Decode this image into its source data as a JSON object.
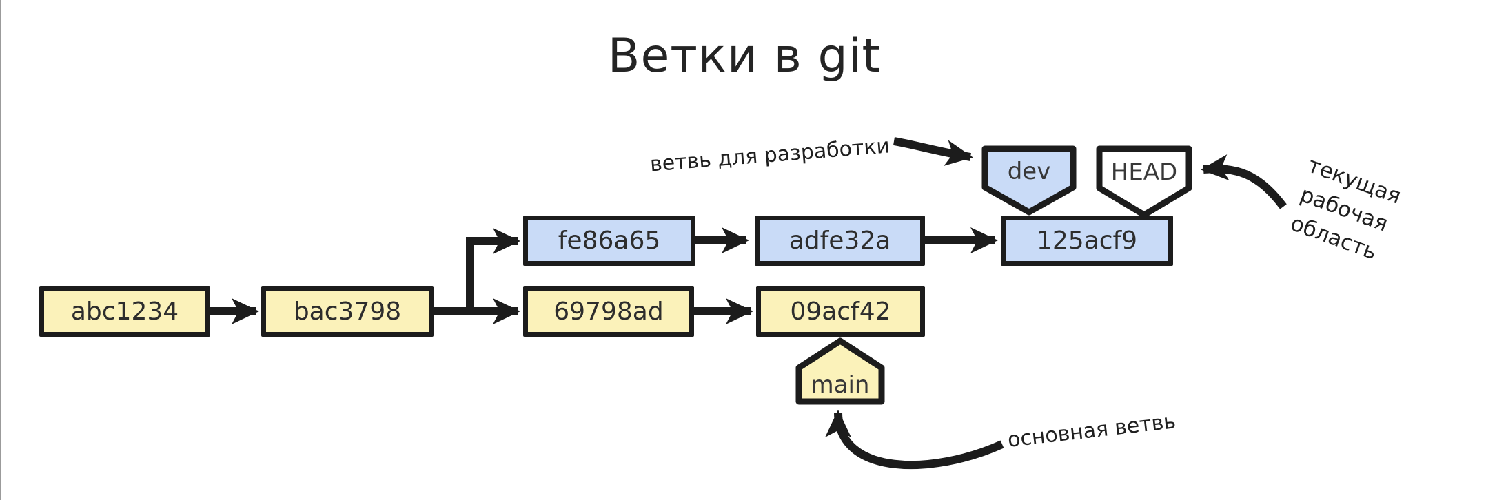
{
  "title": "Ветки в git",
  "colors": {
    "main_branch_fill": "#FBF2BA",
    "dev_branch_fill": "#C9DBF7",
    "head_fill": "#FFFFFF",
    "outline": "#1C1C1C"
  },
  "commits": [
    {
      "label": "abc1234",
      "branch": "main"
    },
    {
      "label": "bac3798",
      "branch": "main"
    },
    {
      "label": "fe86a65",
      "branch": "dev"
    },
    {
      "label": "adfe32a",
      "branch": "dev"
    },
    {
      "label": "125acf9",
      "branch": "dev"
    },
    {
      "label": "69798ad",
      "branch": "main"
    },
    {
      "label": "09acf42",
      "branch": "main"
    }
  ],
  "tags": {
    "dev": {
      "label": "dev"
    },
    "head": {
      "label": "HEAD"
    },
    "main": {
      "label": "main"
    }
  },
  "annotations": {
    "dev_branch": "ветвь для разработки",
    "working_area_lines": [
      "текущая",
      "рабочая",
      "область"
    ],
    "main_branch": "основная ветвь"
  }
}
